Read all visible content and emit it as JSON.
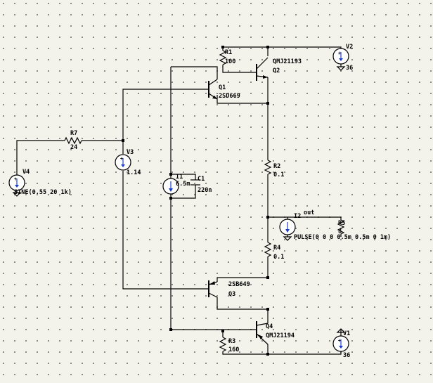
{
  "components": {
    "R1": {
      "name": "R1",
      "value": "100"
    },
    "R2": {
      "name": "R2",
      "value": "0.1"
    },
    "R3": {
      "name": "R3",
      "value": "160"
    },
    "R4": {
      "name": "R4",
      "value": "0.1"
    },
    "R5": {
      "name": "R5",
      "value": "8"
    },
    "R7": {
      "name": "R7",
      "value": "24"
    },
    "C1": {
      "name": "C1",
      "value": "220n"
    },
    "Q1": {
      "name": "Q1",
      "value": "2SD669"
    },
    "Q2": {
      "name": "Q2",
      "value": "QMJ21193"
    },
    "Q3": {
      "name": "Q3",
      "value": "2SB649"
    },
    "Q4": {
      "name": "Q4",
      "value": "QMJ21194"
    },
    "V1": {
      "name": "V1",
      "value": "36"
    },
    "V2": {
      "name": "V2",
      "value": "36"
    },
    "V3": {
      "name": "V3",
      "value": "1.14"
    },
    "V4": {
      "name": "V4",
      "value": "SINE(0.55 20 1k)"
    },
    "I1": {
      "name": "I1",
      "value": "6.5m"
    },
    "I2": {
      "name": "I2",
      "value": "PULSE(0 0 0 0.5m 0.5m 0 1m)"
    }
  },
  "nets": {
    "out": "out"
  },
  "colors": {
    "wire": "#000000",
    "source_arrow": "#1c3fd0",
    "background": "#f3f3ec"
  }
}
